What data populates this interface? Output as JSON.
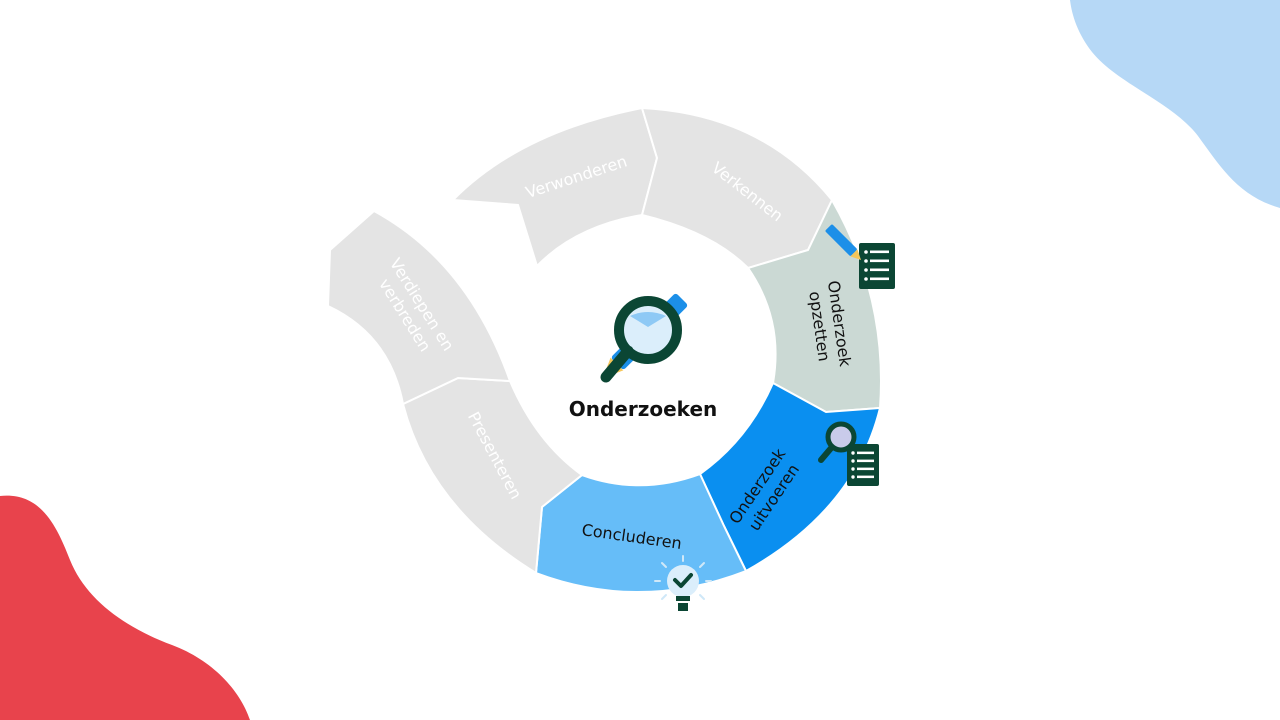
{
  "diagram": {
    "center_title": "Onderzoeken",
    "segments": [
      {
        "id": "verwonderen",
        "label": "Verwonderen",
        "state": "inactive",
        "fill": "#e4e4e4",
        "text_color": "#ffffff"
      },
      {
        "id": "verkennen",
        "label": "Verkennen",
        "state": "inactive",
        "fill": "#e4e4e4",
        "text_color": "#ffffff"
      },
      {
        "id": "onderzoek-opzetten",
        "label_lines": [
          "Onderzoek",
          "opzetten"
        ],
        "state": "completed",
        "fill": "#cbd9d4",
        "text_color": "#111111"
      },
      {
        "id": "onderzoek-uitvoeren",
        "label_lines": [
          "Onderzoek",
          "uitvoeren"
        ],
        "state": "active",
        "fill": "#0a8ff0",
        "text_color": "#111111"
      },
      {
        "id": "concluderen",
        "label": "Concluderen",
        "state": "next",
        "fill": "#66bdf8",
        "text_color": "#111111"
      },
      {
        "id": "presenteren",
        "label": "Presenteren",
        "state": "inactive",
        "fill": "#e4e4e4",
        "text_color": "#ffffff"
      },
      {
        "id": "verdiepen-en-verbreden",
        "label_lines": [
          "Verdiepen en",
          "verbreden"
        ],
        "state": "inactive",
        "fill": "#e4e4e4",
        "text_color": "#ffffff"
      }
    ],
    "icons": {
      "center": "magnifier-pencil-icon",
      "opzetten": "pencil-checklist-icon",
      "uitvoeren": "magnifier-checklist-icon",
      "concluderen": "lightbulb-check-icon"
    }
  },
  "colors": {
    "dark_green": "#0b4634",
    "blue_blob": "#b6d8f6",
    "red_blob": "#e8434c",
    "pencil_blue": "#1c8fe8",
    "lens_fill": "#dbeefb"
  }
}
